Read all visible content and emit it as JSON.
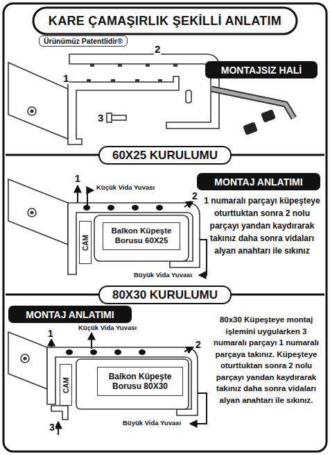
{
  "diagram": {
    "title": "KARE ÇAMAŞIRLIK ŞEKİLLİ ANLATIM",
    "nodes": [
      {
        "text": [
          "MONTAJSIZ HALİ"
        ]
      },
      {
        "text": [
          "60X25 KURULUMU"
        ]
      },
      {
        "text": [
          "MONTAJ ANLATIMI"
        ]
      },
      {
        "text": [
          "Balkon Küpeşte Borusu 60X25"
        ]
      },
      {
        "text": [
          "CAM"
        ]
      },
      {
        "text": [
          "80X30 KURULUMU"
        ]
      },
      {
        "text": [
          "MONTAJ ANLATIMI"
        ]
      },
      {
        "text": [
          "Balkon Küpeşte Borusu 80X30"
        ]
      },
      {
        "text": [
          "CAM"
        ]
      }
    ],
    "labels": [
      "Ürünümüz Patentlidir®",
      "2",
      "1",
      "3",
      "1",
      "Küçük Vida Yuvası",
      "2",
      "Büyük Vida Yuvası",
      "1 numaralı parçayı küpeşteye oturttuktan sonra 2 nolu parçayı yandan kaydırarak takınız daha sonra vidaları alyan anahtarı ile sıkınız",
      "Küçük Vida Yuvası",
      "1",
      "2",
      "80x30 Küpeşteye montaj işlemini uygularken 3 numaralı parçayı 1 numaralı parçaya takınız. Küpeşteye oturttuktan sonra 2 nolu parçayı yandan kaydırarak takınız daha sonra vidaları alyan anahtarı ile sıkınız.",
      "3",
      "Büyük Vida Yuvası"
    ]
  }
}
